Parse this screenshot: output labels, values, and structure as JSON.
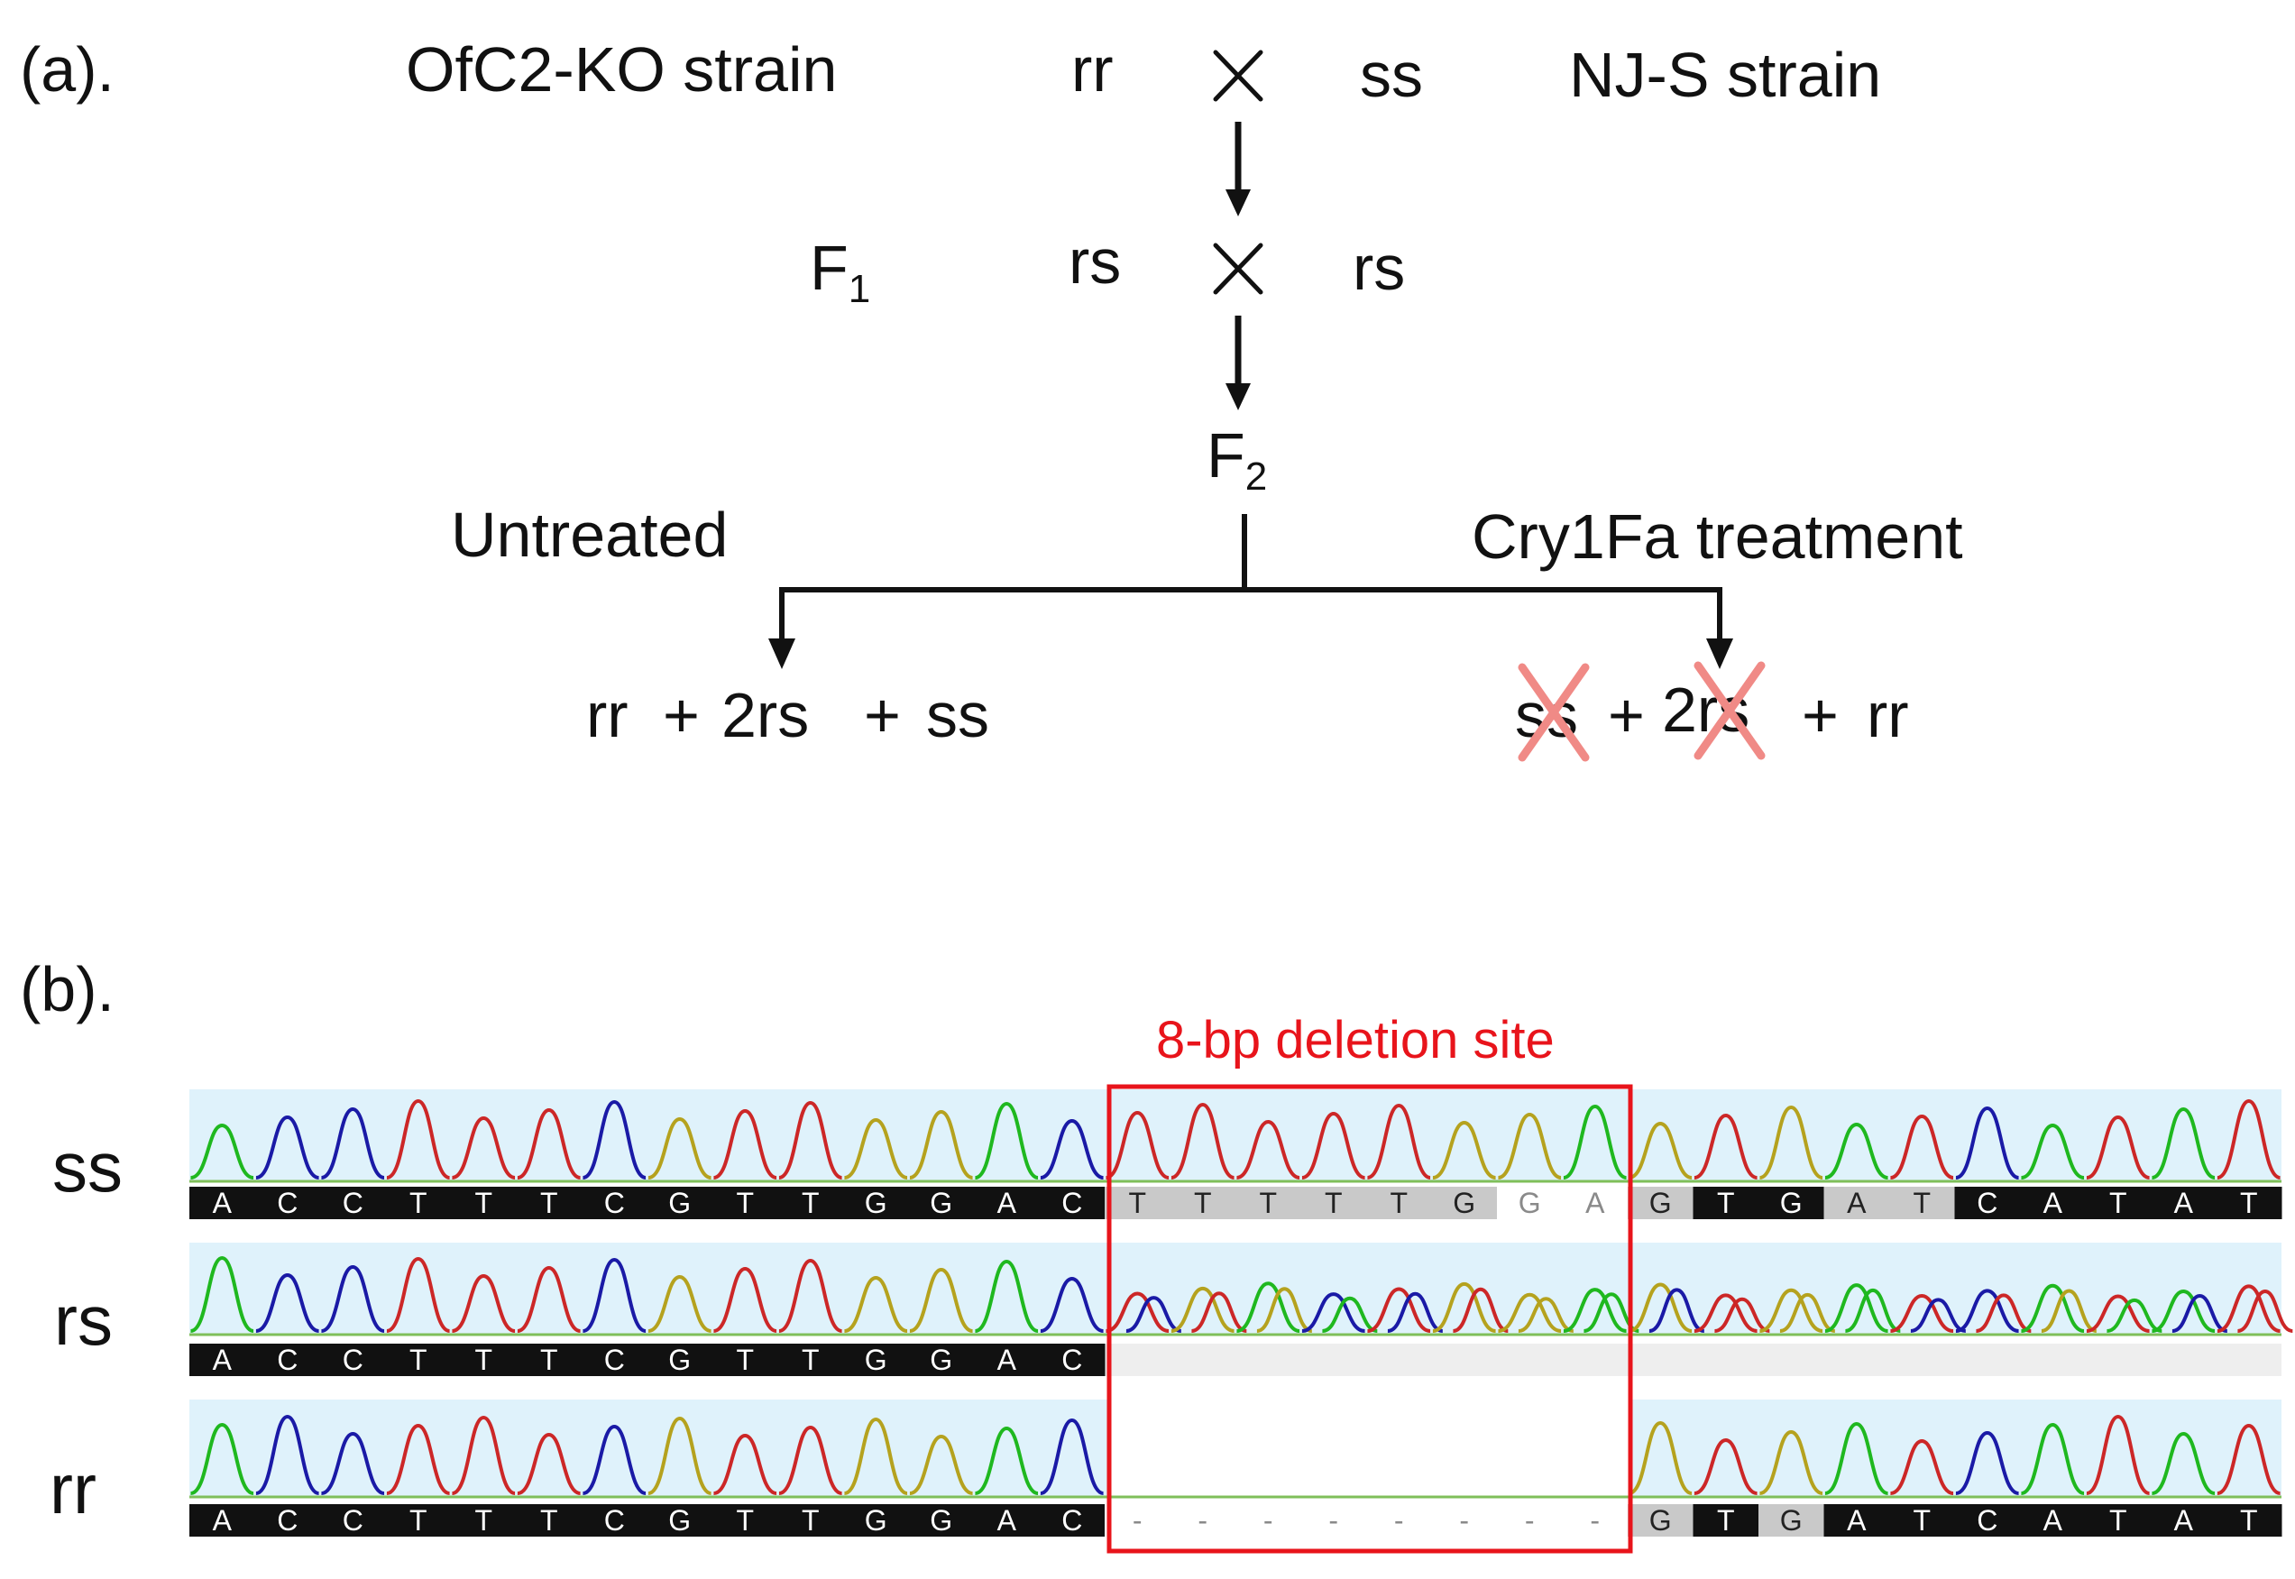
{
  "panel_a": {
    "label": "(a).",
    "parent_left": {
      "name": "OfC2-KO strain",
      "genotype": "rr"
    },
    "parent_right": {
      "name": "NJ-S strain",
      "genotype": "ss"
    },
    "cross_symbol": "×",
    "f1": {
      "label": "F",
      "subscript": "1",
      "genotype_left": "rs",
      "genotype_right": "rs"
    },
    "f2": {
      "label": "F",
      "subscript": "2"
    },
    "branch_left": {
      "label": "Untreated",
      "offspring": [
        {
          "text": "rr",
          "eliminated": false
        },
        {
          "text": "+",
          "eliminated": false
        },
        {
          "text": "2rs",
          "eliminated": false
        },
        {
          "text": "+",
          "eliminated": false
        },
        {
          "text": "ss",
          "eliminated": false
        }
      ]
    },
    "branch_right": {
      "label": "Cry1Fa treatment",
      "offspring": [
        {
          "text": "ss",
          "eliminated": true
        },
        {
          "text": "+",
          "eliminated": false
        },
        {
          "text": "2rs",
          "eliminated": true
        },
        {
          "text": "+",
          "eliminated": false
        },
        {
          "text": "rr",
          "eliminated": false
        }
      ]
    }
  },
  "panel_b": {
    "label": "(b).",
    "deletion_label": "8-bp deletion site",
    "colors": {
      "A": "#1fb81f",
      "C": "#1a1aa6",
      "G": "#b5a21e",
      "T": "#cc2727",
      "deletion_box": "#e8141b",
      "trace_bg": "#dff2fb"
    },
    "rows": [
      {
        "genotype": "ss",
        "bases": [
          "A",
          "C",
          "C",
          "T",
          "T",
          "T",
          "C",
          "G",
          "T",
          "T",
          "G",
          "G",
          "A",
          "C",
          "T",
          "T",
          "T",
          "T",
          "T",
          "G",
          "G",
          "A",
          "G",
          "T",
          "G",
          "A",
          "T",
          "C",
          "A",
          "T",
          "A",
          "T"
        ],
        "shading": [
          "k",
          "k",
          "k",
          "k",
          "k",
          "k",
          "k",
          "k",
          "k",
          "k",
          "k",
          "k",
          "k",
          "k",
          "g",
          "g",
          "g",
          "g",
          "g",
          "g",
          "w",
          "w",
          "g",
          "k",
          "k",
          "g",
          "g",
          "k",
          "k",
          "k",
          "k",
          "k"
        ]
      },
      {
        "genotype": "rs",
        "bases": [
          "A",
          "C",
          "C",
          "T",
          "T",
          "T",
          "C",
          "G",
          "T",
          "T",
          "G",
          "G",
          "A",
          "C"
        ],
        "shading": [
          "k",
          "k",
          "k",
          "k",
          "k",
          "k",
          "k",
          "k",
          "k",
          "k",
          "k",
          "k",
          "k",
          "k"
        ]
      },
      {
        "genotype": "rr",
        "bases": [
          "A",
          "C",
          "C",
          "T",
          "T",
          "T",
          "C",
          "G",
          "T",
          "T",
          "G",
          "G",
          "A",
          "C",
          "-",
          "-",
          "-",
          "-",
          "-",
          "-",
          "-",
          "-",
          "G",
          "T",
          "G",
          "A",
          "T",
          "C",
          "A",
          "T",
          "A",
          "T"
        ],
        "shading": [
          "k",
          "k",
          "k",
          "k",
          "k",
          "k",
          "k",
          "k",
          "k",
          "k",
          "k",
          "k",
          "k",
          "k",
          "w",
          "w",
          "w",
          "w",
          "w",
          "w",
          "w",
          "w",
          "g",
          "k",
          "g",
          "k",
          "k",
          "k",
          "k",
          "k",
          "k",
          "k"
        ]
      }
    ]
  }
}
